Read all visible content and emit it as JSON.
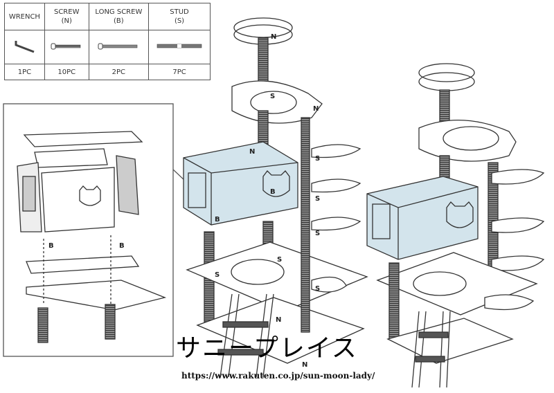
{
  "parts_table": {
    "columns": [
      {
        "name": "WRENCH",
        "code": "",
        "qty": "1PC",
        "icon": "wrench-icon"
      },
      {
        "name": "SCREW",
        "code": "(N)",
        "qty": "10PC",
        "icon": "screw-icon"
      },
      {
        "name": "LONG SCREW",
        "code": "(B)",
        "qty": "2PC",
        "icon": "long-screw-icon"
      },
      {
        "name": "STUD",
        "code": "(S)",
        "qty": "7PC",
        "icon": "stud-icon"
      }
    ]
  },
  "labels": {
    "n": "N",
    "s": "S",
    "b": "B"
  },
  "colors": {
    "box_fill": "#d3e4ec",
    "line": "#333333"
  },
  "watermark": {
    "title": "サニープレイス",
    "url": "https://www.rakuten.co.jp/sun-moon-lady/"
  }
}
